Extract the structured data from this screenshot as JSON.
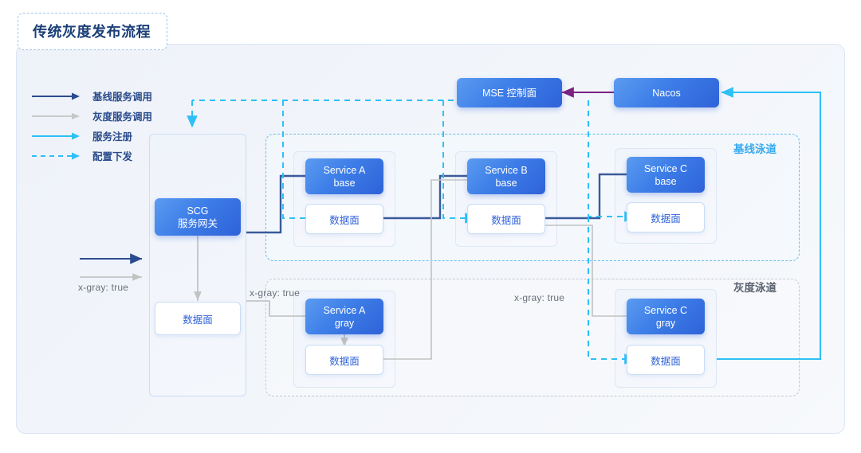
{
  "title": "传统灰度发布流程",
  "legend": {
    "items": [
      {
        "label": "基线服务调用",
        "style": "solid",
        "color": "#2b4b8f",
        "icon": "arrow-right-icon"
      },
      {
        "label": "灰度服务调用",
        "style": "solid",
        "color": "#b9b9b9",
        "icon": "arrow-right-icon"
      },
      {
        "label": "服务注册",
        "style": "solid",
        "color": "#2ec0f7",
        "icon": "arrow-right-icon"
      },
      {
        "label": "配置下发",
        "style": "dashed",
        "color": "#2ec0f7",
        "icon": "arrow-right-dashed-icon"
      }
    ]
  },
  "control_plane": {
    "mse": "MSE 控制面",
    "nacos": "Nacos"
  },
  "gateway": {
    "name_line1": "SCG",
    "name_line2": "服务网关",
    "data_plane": "数据面"
  },
  "lanes": {
    "baseline": {
      "title": "基线泳道",
      "services": [
        {
          "name_line1": "Service A",
          "name_line2": "base",
          "data_plane": "数据面"
        },
        {
          "name_line1": "Service B",
          "name_line2": "base",
          "data_plane": "数据面"
        },
        {
          "name_line1": "Service C",
          "name_line2": "base",
          "data_plane": "数据面"
        }
      ]
    },
    "gray": {
      "title": "灰度泳道",
      "services": [
        {
          "name_line1": "Service A",
          "name_line2": "gray",
          "data_plane": "数据面"
        },
        {
          "name_line1": "Service C",
          "name_line2": "gray",
          "data_plane": "数据面"
        }
      ]
    }
  },
  "annotations": {
    "header_left": "x-gray: true",
    "header_a_gray": "x-gray: true",
    "header_c_gray": "x-gray: true"
  },
  "colors": {
    "baseline_call": "#2b4b8f",
    "gray_call": "#b9b9b9",
    "service_register": "#2ec0f7",
    "config_push": "#2ec0f7",
    "nacos_to_mse": "#7b2182",
    "node_blue": "#3d7ee8",
    "lane_baseline": "#36a9f0",
    "lane_gray": "#5a6270"
  }
}
